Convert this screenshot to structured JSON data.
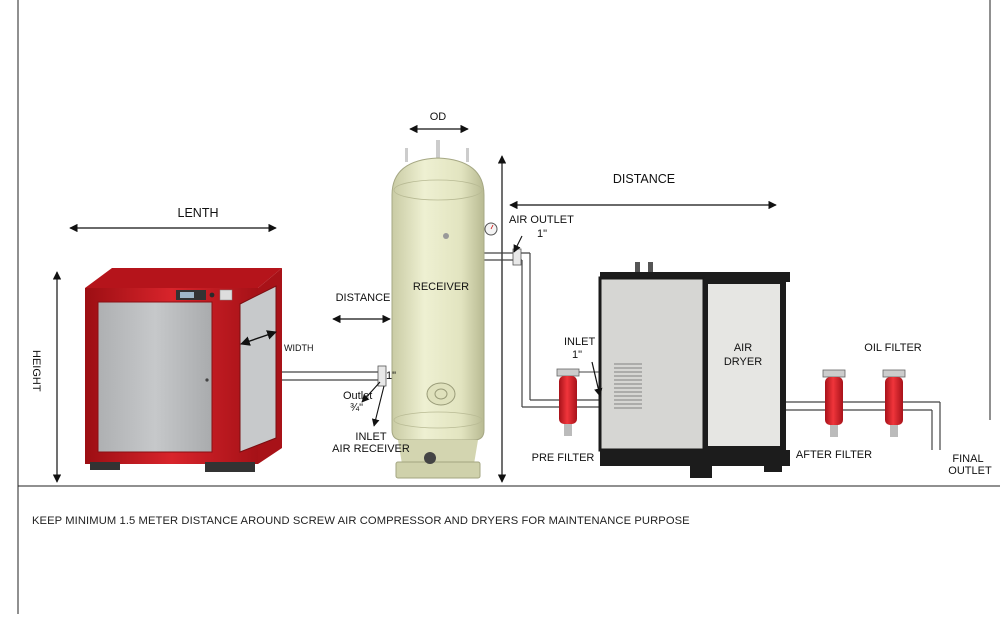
{
  "labels": {
    "length": "LENTH",
    "height": "HEIGHT",
    "width": "WIDTH",
    "distance_left": "DISTANCE",
    "od": "OD",
    "receiver": "RECEIVER",
    "distance_right": "DISTANCE",
    "air_outlet": "AIR OUTLET",
    "air_outlet_size": "1\"",
    "receiver_inlet_size": "1\"",
    "outlet": "Outlet",
    "outlet_size": "¾\"",
    "inlet_air_receiver_1": "INLET",
    "inlet_air_receiver_2": "AIR RECEIVER",
    "dryer_inlet": "INLET",
    "dryer_inlet_size": "1\"",
    "air_dryer_1": "AIR",
    "air_dryer_2": "DRYER",
    "pre_filter": "PRE FILTER",
    "after_filter": "AFTER FILTER",
    "oil_filter": "OIL FILTER",
    "final_outlet_1": "FINAL",
    "final_outlet_2": "OUTLET"
  },
  "note": "KEEP MINIMUM 1.5 METER DISTANCE AROUND SCREW AIR COMPRESSOR AND DRYERS FOR MAINTENANCE PURPOSE",
  "colors": {
    "compressor_red": "#c8161d",
    "compressor_panel": "#b9bbbd",
    "receiver_tank": "#e4e6c3",
    "dryer_body": "#d9d9d6",
    "dryer_frame": "#1a1a1a",
    "filter_red": "#e01b22"
  }
}
